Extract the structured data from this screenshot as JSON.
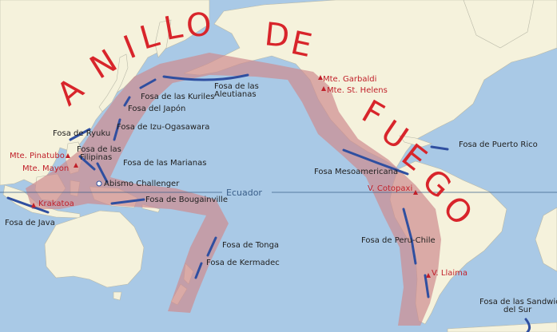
{
  "title": {
    "letters": [
      "A",
      "N",
      "I",
      "L",
      "L",
      "O",
      "D",
      "E",
      "F",
      "U",
      "E",
      "G",
      "O"
    ]
  },
  "equator": {
    "label": "Ecuador"
  },
  "colors": {
    "ocean": "#a9c9e6",
    "land": "#f5f2dc",
    "ring": "#cf8c8e",
    "trench": "#2f4fa0",
    "text_red": "#c0202a"
  },
  "trenches": [
    {
      "id": "aleutians",
      "label": "Fosa de las\nAleutianas"
    },
    {
      "id": "kuriles",
      "label": "Fosa de las Kuriles"
    },
    {
      "id": "japon",
      "label": "Fosa del Japón"
    },
    {
      "id": "izu",
      "label": "Fosa de Izu-Ogasawara"
    },
    {
      "id": "ryuku",
      "label": "Fosa de Ryuku"
    },
    {
      "id": "filipinas",
      "label": "Fosa de las\nFilipinas"
    },
    {
      "id": "marianas",
      "label": "Fosa de las Marianas"
    },
    {
      "id": "bougainville",
      "label": "Fosa de Bougainville"
    },
    {
      "id": "java",
      "label": "Fosa de Java"
    },
    {
      "id": "tonga",
      "label": "Fosa de Tonga"
    },
    {
      "id": "kermadec",
      "label": "Fosa de Kermadec"
    },
    {
      "id": "mesoamericana",
      "label": "Fosa Mesoamericana"
    },
    {
      "id": "puertorico",
      "label": "Fosa de Puerto Rico"
    },
    {
      "id": "peruchile",
      "label": "Fosa de Peru-Chile"
    },
    {
      "id": "sandwich",
      "label": "Fosa de las Sandwich\ndel Sur"
    }
  ],
  "volcanoes": [
    {
      "id": "garibaldi",
      "label": "Mte. Garbaldi"
    },
    {
      "id": "sthelens",
      "label": "Mte. St. Helens"
    },
    {
      "id": "pinatubo",
      "label": "Mte. Pinatubo"
    },
    {
      "id": "mayon",
      "label": "Mte. Mayon"
    },
    {
      "id": "krakatoa",
      "label": "Krakatoa"
    },
    {
      "id": "cotopaxi",
      "label": "V. Cotopaxi"
    },
    {
      "id": "llaima",
      "label": "V. Llaima"
    }
  ],
  "points": [
    {
      "id": "challenger",
      "label": "Abismo Challenger"
    }
  ]
}
